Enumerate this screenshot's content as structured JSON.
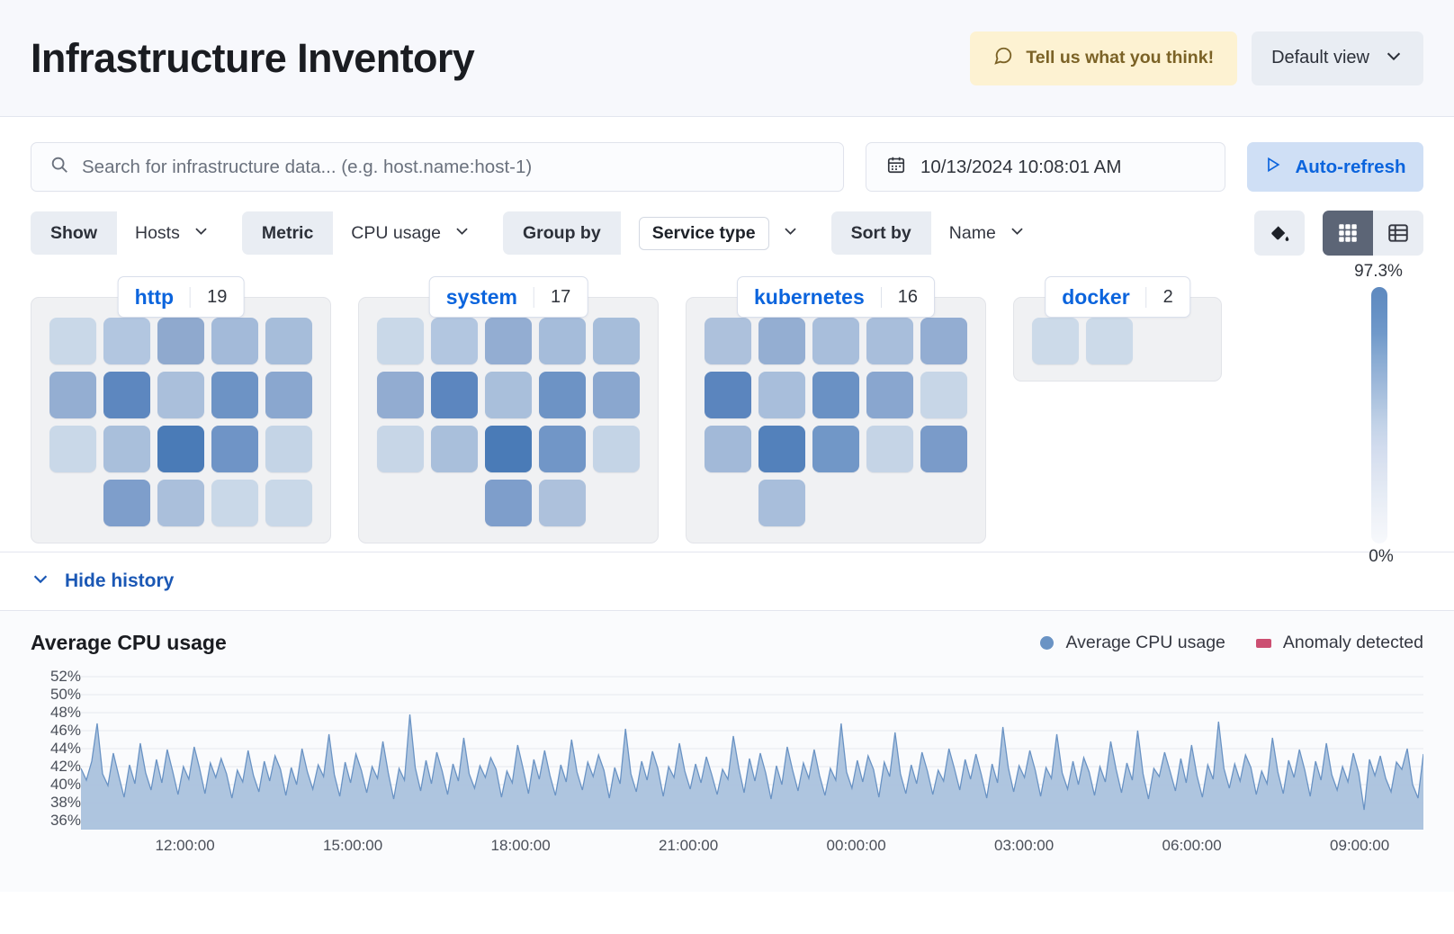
{
  "header": {
    "title": "Infrastructure Inventory",
    "feedback_label": "Tell us what you think!",
    "feedback_icon": "comment-icon",
    "view_label": "Default view",
    "view_icon": "chevron-down-icon"
  },
  "search": {
    "placeholder": "Search for infrastructure data... (e.g. host.name:host-1)",
    "icon": "search-icon"
  },
  "datepicker": {
    "value": "10/13/2024 10:08:01 AM",
    "icon": "calendar-icon"
  },
  "refresh": {
    "label": "Auto-refresh",
    "icon": "play-icon"
  },
  "filters": [
    {
      "label": "Show",
      "value": "Hosts",
      "boxed": false,
      "icon": "chevron-down-icon"
    },
    {
      "label": "Metric",
      "value": "CPU usage",
      "boxed": false,
      "icon": "chevron-down-icon"
    },
    {
      "label": "Group by",
      "value": "Service type",
      "boxed": true,
      "icon": "chevron-down-icon"
    },
    {
      "label": "Sort by",
      "value": "Name",
      "boxed": false,
      "icon": "chevron-down-icon"
    }
  ],
  "view_toggles": {
    "palette_icon": "paint-bucket-icon",
    "grid_icon": "grid-view-icon",
    "table_icon": "table-view-icon",
    "active": "grid"
  },
  "legend_scale": {
    "max": "97.3%",
    "min": "0%"
  },
  "groups": [
    {
      "name": "http",
      "count": "19",
      "tiles": [
        "#c9d8e8",
        "#b2c6e0",
        "#8fa9ce",
        "#a3bad9",
        "#a6bdda",
        "#94aed2",
        "#5d87bf",
        "#aabfdb",
        "#6d93c5",
        "#8aa7cf",
        "#c9d8e8",
        "#a9bfdb",
        "#4a7bb7",
        "#6f94c6",
        "#c4d4e6",
        "#7e9ecb",
        "#aabfdb",
        "#c9d8e8",
        "#c9d8e8"
      ],
      "row_offset": 1
    },
    {
      "name": "system",
      "count": "17",
      "tiles": [
        "#c9d8e8",
        "#b2c6e0",
        "#93adD2",
        "#a5bcda",
        "#a6bdda",
        "#92acd1",
        "#5c86bf",
        "#a9bfdb",
        "#6d93c5",
        "#8aa7cf",
        "#c7d6e7",
        "#a9bfdb",
        "#4a7bb7",
        "#7196c7",
        "#c4d4e6",
        "#7e9ecb",
        "#adc1dc"
      ],
      "row_offset": 2
    },
    {
      "name": "kubernetes",
      "count": "16",
      "tiles": [
        "#adc1dc",
        "#94aed2",
        "#a8bedb",
        "#a8bedb",
        "#93add2",
        "#5b85be",
        "#a8bedb",
        "#6a91c4",
        "#89a6cf",
        "#c7d6e7",
        "#a2b9d8",
        "#5381bb",
        "#7197c7",
        "#c5d4e6",
        "#7a9bc9",
        "#a8bedb"
      ],
      "row_offset": 1
    },
    {
      "name": "docker",
      "count": "2",
      "tiles": [
        "#ccdae9",
        "#ccdae9"
      ],
      "row_offset": 0
    }
  ],
  "history": {
    "toggle_label": "Hide history",
    "icon": "chevron-down-icon"
  },
  "chart_data": {
    "type": "area",
    "title": "Average CPU usage",
    "xlabel": "",
    "ylabel": "",
    "ylim": [
      35,
      53
    ],
    "grid": true,
    "legend_position": "top-right",
    "legend": [
      {
        "name": "Average CPU usage",
        "color": "#6a93c4",
        "marker": "circle"
      },
      {
        "name": "Anomaly detected",
        "color": "#cc4f72",
        "marker": "square"
      }
    ],
    "ytick_labels": [
      "52%",
      "50%",
      "48%",
      "46%",
      "44%",
      "42%",
      "40%",
      "38%",
      "36%"
    ],
    "ytick_values": [
      52,
      50,
      48,
      46,
      44,
      42,
      40,
      38,
      36
    ],
    "xtick_labels": [
      "12:00:00",
      "15:00:00",
      "18:00:00",
      "21:00:00",
      "00:00:00",
      "03:00:00",
      "06:00:00",
      "09:00:00"
    ],
    "series": [
      {
        "name": "Average CPU usage",
        "color": "#6a93c4",
        "fill": "#aac2dd",
        "values": [
          41.8,
          40.5,
          42.6,
          46.8,
          41.2,
          39.9,
          43.5,
          41.0,
          38.6,
          42.2,
          40.1,
          44.6,
          41.3,
          39.4,
          42.8,
          40.2,
          43.9,
          41.5,
          38.9,
          42.0,
          40.6,
          44.2,
          41.8,
          39.0,
          42.4,
          40.8,
          42.9,
          41.2,
          38.5,
          41.6,
          40.3,
          43.8,
          41.0,
          39.2,
          42.6,
          40.4,
          43.2,
          41.7,
          38.8,
          41.9,
          40.0,
          44.0,
          41.4,
          39.5,
          42.2,
          40.9,
          45.6,
          41.1,
          38.7,
          42.5,
          40.2,
          43.4,
          41.6,
          39.1,
          42.0,
          40.7,
          44.8,
          41.3,
          38.4,
          41.8,
          40.5,
          47.8,
          41.9,
          39.3,
          42.7,
          40.1,
          43.6,
          41.5,
          38.9,
          42.3,
          40.4,
          45.2,
          41.2,
          39.6,
          42.1,
          40.8,
          43.0,
          41.7,
          38.6,
          41.5,
          40.2,
          44.4,
          41.8,
          39.0,
          42.8,
          40.6,
          43.8,
          41.0,
          38.8,
          42.2,
          40.3,
          45.0,
          41.4,
          39.4,
          42.5,
          40.9,
          43.3,
          41.6,
          38.5,
          41.9,
          40.1,
          46.2,
          41.2,
          39.2,
          42.6,
          40.5,
          43.7,
          41.8,
          38.7,
          42.0,
          40.8,
          44.6,
          41.5,
          39.5,
          42.3,
          40.2,
          43.1,
          41.1,
          38.9,
          41.7,
          40.6,
          45.4,
          41.9,
          39.1,
          42.9,
          40.4,
          43.5,
          41.3,
          38.4,
          42.1,
          40.0,
          44.2,
          41.6,
          39.3,
          42.4,
          40.7,
          43.9,
          41.0,
          38.8,
          41.8,
          40.5,
          46.8,
          41.4,
          39.6,
          42.7,
          40.3,
          43.2,
          41.7,
          38.6,
          42.5,
          40.9,
          45.8,
          41.2,
          39.0,
          42.2,
          40.1,
          43.6,
          41.5,
          38.9,
          41.6,
          40.4,
          44.0,
          41.8,
          39.4,
          42.8,
          40.6,
          43.4,
          41.1,
          38.5,
          42.3,
          40.2,
          46.4,
          41.9,
          39.2,
          42.1,
          40.8,
          43.8,
          41.6,
          38.7,
          41.9,
          40.7,
          45.6,
          41.3,
          39.5,
          42.6,
          40.0,
          43.0,
          41.4,
          38.8,
          42.0,
          40.3,
          44.8,
          41.7,
          39.1,
          42.4,
          40.5,
          46.0,
          41.2,
          38.4,
          41.8,
          40.9,
          43.6,
          41.5,
          39.3,
          42.9,
          40.2,
          44.4,
          41.0,
          38.6,
          42.2,
          40.6,
          47.0,
          41.8,
          39.6,
          42.3,
          40.4,
          43.3,
          41.9,
          38.9,
          41.5,
          40.1,
          45.2,
          41.4,
          39.0,
          42.7,
          40.8,
          43.9,
          41.6,
          38.7,
          42.6,
          40.5,
          44.6,
          41.1,
          39.4,
          42.0,
          40.3,
          43.5,
          41.3,
          37.2,
          42.8,
          41.0,
          43.2,
          40.7,
          39.2,
          42.5,
          41.7,
          44.0,
          40.0,
          38.5,
          43.4
        ]
      }
    ]
  }
}
